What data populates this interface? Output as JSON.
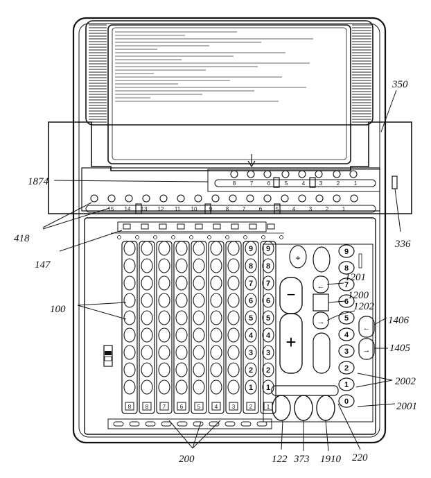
{
  "labels": {
    "r350": "350",
    "r1874": "1874",
    "r336": "336",
    "r418": "418",
    "r147": "147",
    "r100": "100",
    "r1201": "1201",
    "r1200": "1200",
    "r1202": "1202",
    "r1406": "1406",
    "r1405": "1405",
    "r2002": "2002",
    "r2001": "2001",
    "r200": "200",
    "r122": "122",
    "r373": "373",
    "r1910": "1910",
    "r220": "220"
  },
  "upper_register_digits": [
    "8",
    "7",
    "6",
    "5",
    "4",
    "3",
    "2",
    "1"
  ],
  "lower_register_digits": [
    "15",
    "14",
    "13",
    "12",
    "11",
    "10",
    "9",
    "8",
    "7",
    "6",
    "5",
    "4",
    "3",
    "2",
    "1"
  ],
  "column_top_digits": [
    "9",
    "8",
    "7",
    "6",
    "5",
    "4",
    "3",
    "2",
    "1"
  ],
  "column_bottom_digits": [
    "8",
    "7",
    "6",
    "5",
    "4",
    "3",
    "2",
    "1"
  ],
  "ten_key_digits": [
    "9",
    "8",
    "7",
    "6",
    "5",
    "4",
    "3",
    "2",
    "1",
    "0"
  ],
  "keys": {
    "divide": "÷",
    "minus": "−",
    "plus": "+",
    "left_arrow": "←",
    "right_arrow": "→"
  }
}
